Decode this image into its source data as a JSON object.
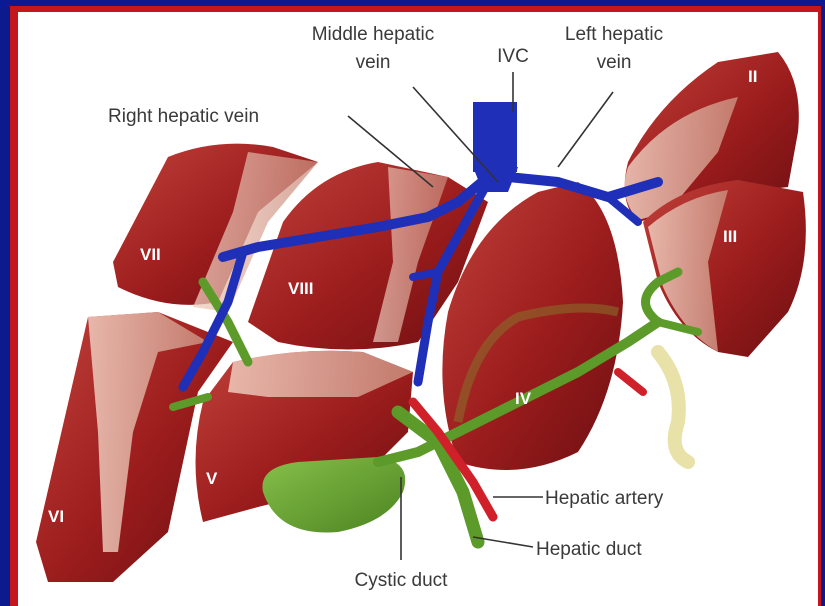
{
  "labels": {
    "middle_hepatic_vein": [
      "Middle hepatic",
      "vein"
    ],
    "ivc": "IVC",
    "left_hepatic_vein": [
      "Left hepatic",
      "vein"
    ],
    "right_hepatic_vein": "Right hepatic vein",
    "hepatic_artery": "Hepatic artery",
    "hepatic_duct": "Hepatic duct",
    "cystic_duct": "Cystic duct"
  },
  "segments": {
    "ii": "II",
    "iii": "III",
    "iv": "IV",
    "v": "V",
    "vi": "VI",
    "vii": "VII",
    "viii": "VIII"
  },
  "colors": {
    "background": "#0b1a8c",
    "frame": "#c4161c",
    "liver": "#9b1c1c",
    "liver_highlight": "#e8b9a8",
    "vein": "#1f2fb8",
    "duct": "#5c9a2a",
    "artery": "#d0202a",
    "gallbladder": "#6aa532"
  }
}
